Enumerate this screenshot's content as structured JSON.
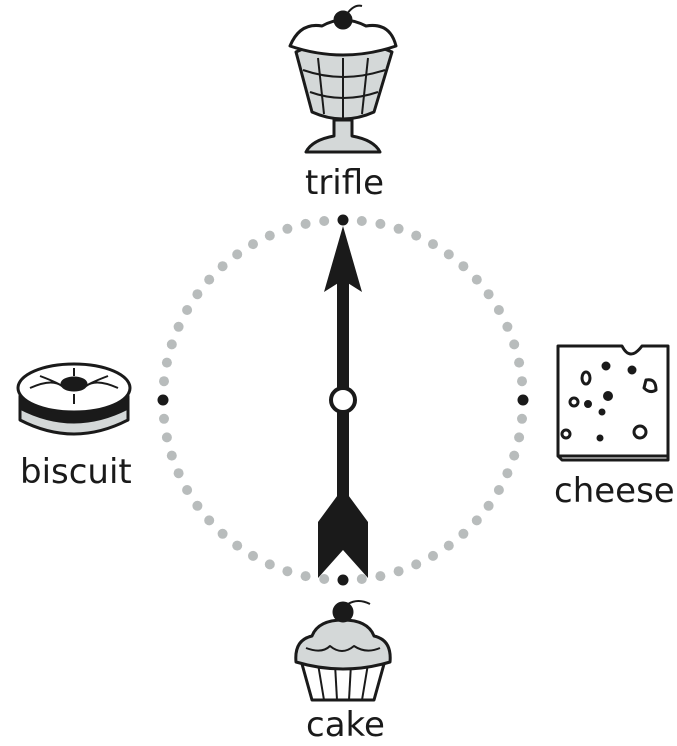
{
  "options": [
    {
      "id": "trifle",
      "label": "trifle",
      "icon": "trifle-icon",
      "direction": "top"
    },
    {
      "id": "cheese",
      "label": "cheese",
      "icon": "cheese-icon",
      "direction": "right"
    },
    {
      "id": "cake",
      "label": "cake",
      "icon": "cupcake-icon",
      "direction": "bottom"
    },
    {
      "id": "biscuit",
      "label": "biscuit",
      "icon": "biscuit-icon",
      "direction": "left"
    }
  ],
  "arrow": {
    "points_to": "trifle"
  },
  "colors": {
    "ink": "#1a1a1a",
    "dots": "#b8bcbc",
    "fill_light": "#d4d8d8"
  }
}
